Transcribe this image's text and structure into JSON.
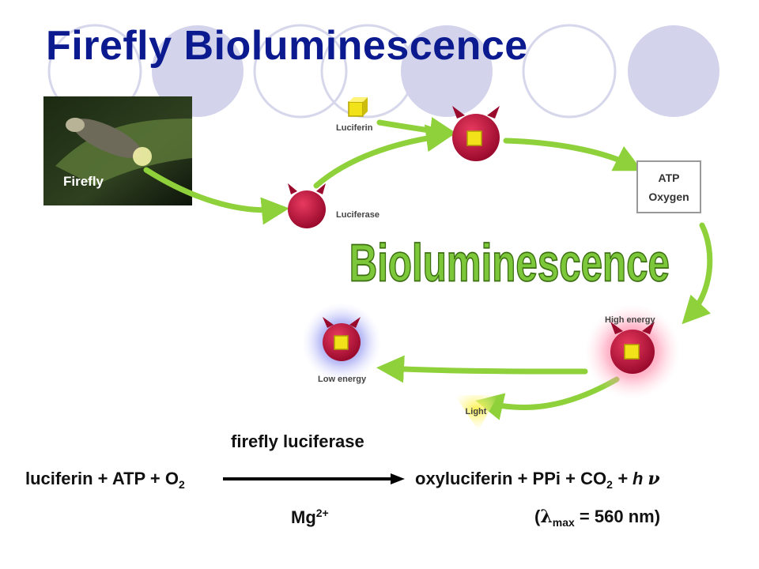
{
  "title": "Firefly Bioluminescence",
  "diagram": {
    "firefly_label": "Firefly",
    "luciferin_label": "Luciferin",
    "luciferase_label": "Luciferase",
    "atp_label": "ATP",
    "oxygen_label": "Oxygen",
    "center_label": "Bioluminescence",
    "high_energy_label": "High energy",
    "low_energy_label": "Low energy",
    "light_label": "Light"
  },
  "equation": {
    "enzyme": "firefly luciferase",
    "reactants_text": "luciferin + ATP + O",
    "reactants_sub": "2",
    "products_text_1": "oxyluciferin + PPi + CO",
    "products_sub": "2",
    "products_text_2": " + h",
    "nu_symbol": "ν",
    "cofactor": "Mg",
    "cofactor_sup": "2+",
    "lambda_open": "(",
    "lambda_symbol": "λ",
    "lambda_sub": "max",
    "lambda_value": " = 560 nm)"
  },
  "colors": {
    "title": "#0b1a8f",
    "decor_circle": "#d3d3ec",
    "arrow_green": "#8fd13a",
    "enzyme_red": "#c0103a",
    "substrate_yellow": "#f2e21a",
    "center_text_green": "#7cc83a"
  }
}
